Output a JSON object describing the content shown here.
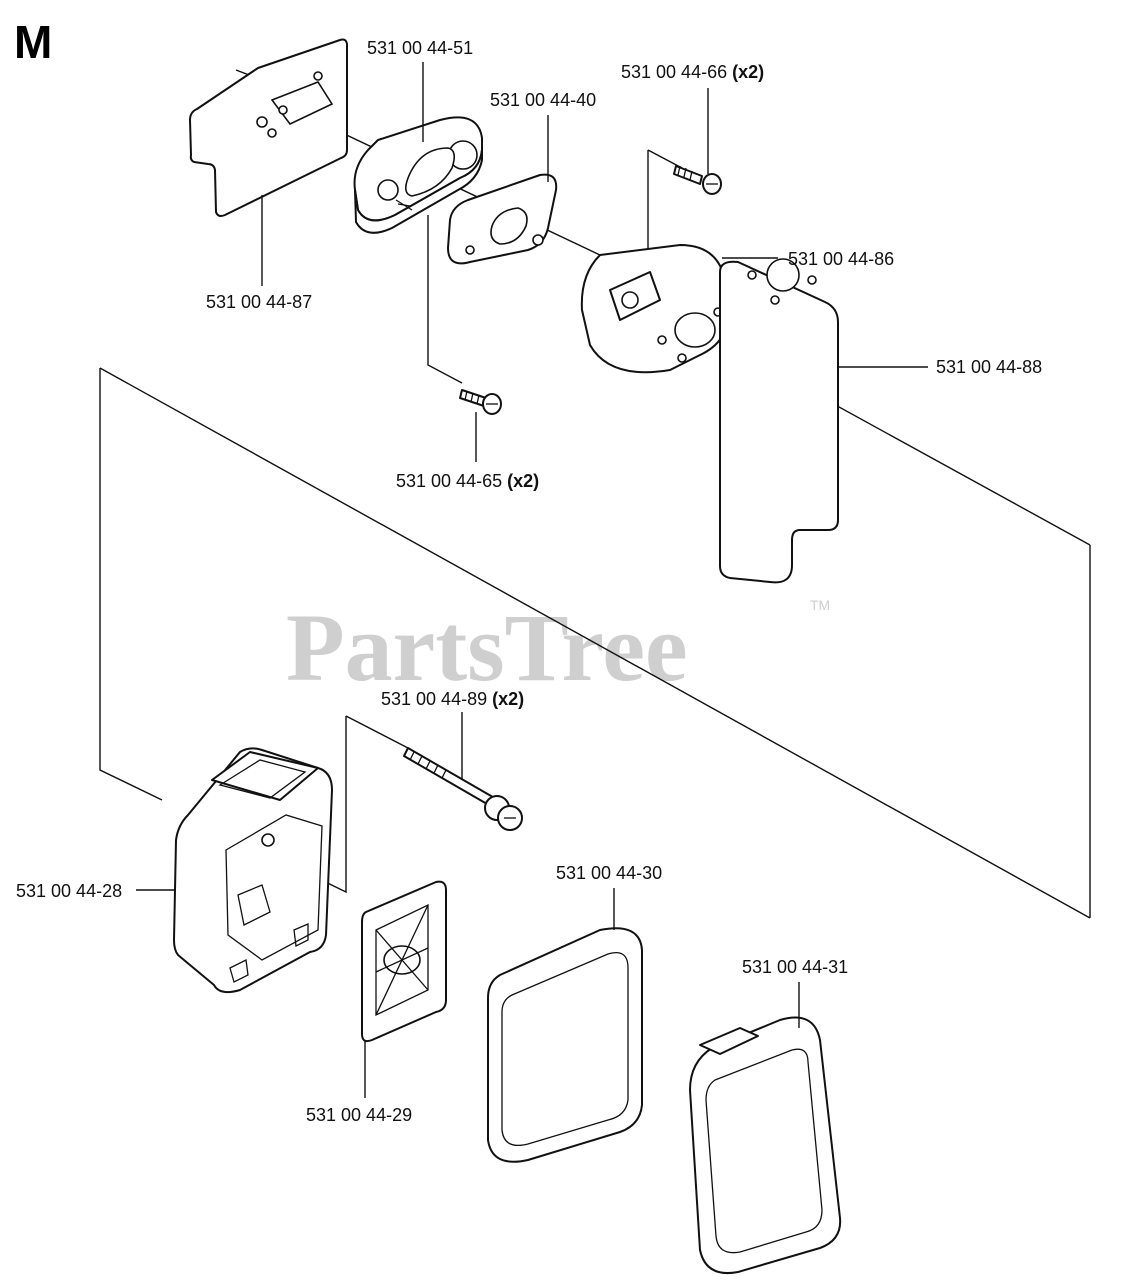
{
  "section_letter": "M",
  "watermark": {
    "text": "PartsTree",
    "trademark": "TM"
  },
  "parts": {
    "p8751": "531 00 44-51",
    "p8740": "531 00 44-40",
    "p8766": "531 00 44-66",
    "p8766_qty": "(x2)",
    "p8786": "531 00 44-86",
    "p8787": "531 00 44-87",
    "p8788": "531 00 44-88",
    "p8765": "531 00 44-65",
    "p8765_qty": "(x2)",
    "p8789": "531 00 44-89",
    "p8789_qty": "(x2)",
    "p8728": "531 00 44-28",
    "p8730": "531 00 44-30",
    "p8731": "531 00 44-31",
    "p8729": "531 00 44-29"
  }
}
